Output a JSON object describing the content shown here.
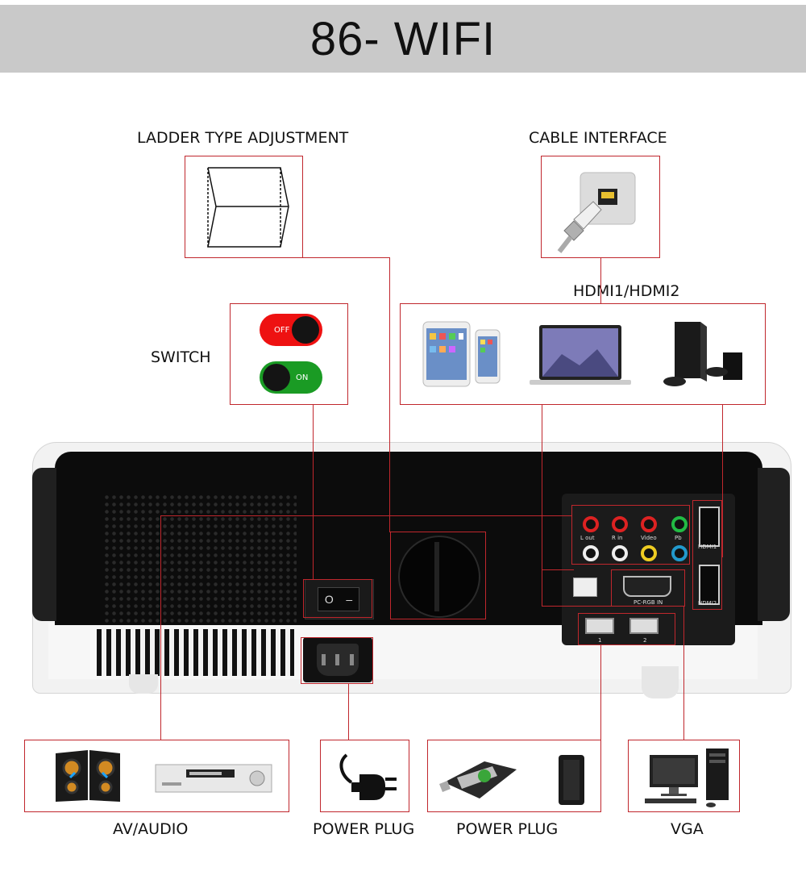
{
  "title": "86- WIFI",
  "labels": {
    "ladder": "LADDER TYPE ADJUSTMENT",
    "cable": "CABLE INTERFACE",
    "hdmi": "HDMI1/HDMI2",
    "switch": "SWITCH",
    "av": "AV/AUDIO",
    "power": "POWER PLUG",
    "usb": "POWER PLUG",
    "vga": "VGA"
  },
  "toggles": {
    "off": "OFF",
    "on": "ON"
  },
  "ports": {
    "hdmi1": "HDMI1",
    "hdmi2": "HDMI2",
    "pc_rgb": "PC-RGB IN",
    "usb1": "1",
    "usb2": "2",
    "rca_top": [
      "L out",
      "R in",
      "Video",
      "Pb"
    ],
    "rocker": [
      "O",
      "–"
    ]
  },
  "colors": {
    "accent_line": "#c0272d",
    "title_bar": "#c9c9c9",
    "toggle_off": "#e11111",
    "toggle_on": "#1a9b24"
  },
  "icons": {
    "ladder": "trapezoid-keystone-icon",
    "cable": "ethernet-cable-icon",
    "hdmi_devices": [
      "tablet-icon",
      "phone-icon",
      "laptop-icon",
      "game-console-icon"
    ],
    "av": [
      "speakers-icon",
      "av-receiver-icon"
    ],
    "power": "power-plug-icon",
    "usb": [
      "usb-flash-drive-icon",
      "external-hard-drive-icon"
    ],
    "vga": "desktop-computer-icon"
  }
}
